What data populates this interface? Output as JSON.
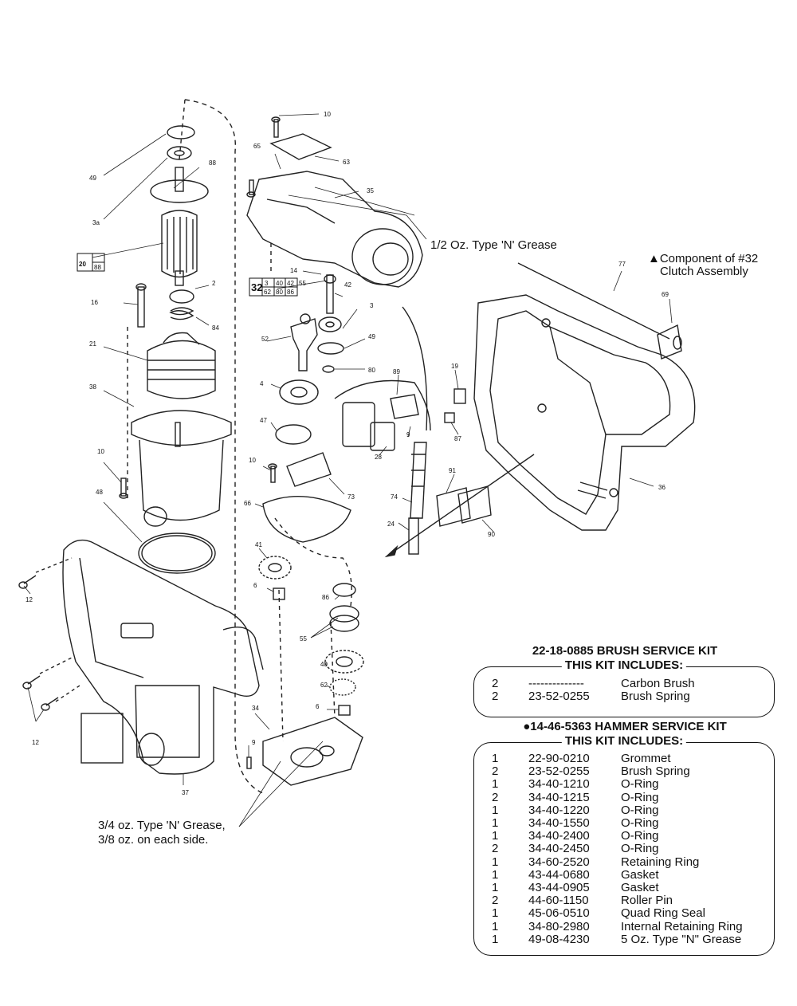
{
  "diagram": {
    "part_labels": [
      "10",
      "49",
      "88",
      "3a",
      "65",
      "63",
      "35",
      "16",
      "2",
      "84",
      "21",
      "38",
      "10",
      "48",
      "12",
      "12",
      "37",
      "14",
      "42",
      "3",
      "49",
      "80",
      "52",
      "4",
      "47",
      "10",
      "66",
      "41",
      "6",
      "86",
      "55",
      "40",
      "62",
      "6",
      "34",
      "9",
      "73",
      "89",
      "9",
      "28",
      "74",
      "24",
      "19",
      "87",
      "91",
      "90",
      "77",
      "69",
      "36"
    ],
    "box_20": [
      "20",
      "88"
    ],
    "box_32": [
      "32",
      "3",
      "40",
      "42",
      "55",
      "62",
      "80",
      "86"
    ],
    "grease_top": "1/2 Oz. Type 'N' Grease",
    "component_note": [
      "▲Component of #32",
      "Clutch Assembly"
    ],
    "grease_bottom": [
      "3/4 oz. Type 'N' Grease,",
      "3/8 oz. on each side."
    ]
  },
  "brush_kit": {
    "title": "22-18-0885 BRUSH SERVICE KIT",
    "includes": "THIS KIT INCLUDES:",
    "rows": [
      {
        "qty": "2",
        "part": "--------------",
        "desc": "Carbon Brush"
      },
      {
        "qty": "2",
        "part": "23-52-0255",
        "desc": "Brush Spring"
      }
    ]
  },
  "hammer_kit": {
    "title": "●14-46-5363 HAMMER SERVICE KIT",
    "includes": "THIS KIT INCLUDES:",
    "rows": [
      {
        "qty": "1",
        "part": "22-90-0210",
        "desc": "Grommet"
      },
      {
        "qty": "2",
        "part": "23-52-0255",
        "desc": "Brush Spring"
      },
      {
        "qty": "1",
        "part": "34-40-1210",
        "desc": "O-Ring"
      },
      {
        "qty": "2",
        "part": "34-40-1215",
        "desc": "O-Ring"
      },
      {
        "qty": "1",
        "part": "34-40-1220",
        "desc": "O-Ring"
      },
      {
        "qty": "1",
        "part": "34-40-1550",
        "desc": "O-Ring"
      },
      {
        "qty": "1",
        "part": "34-40-2400",
        "desc": "O-Ring"
      },
      {
        "qty": "2",
        "part": "34-40-2450",
        "desc": "O-Ring"
      },
      {
        "qty": "1",
        "part": "34-60-2520",
        "desc": "Retaining Ring"
      },
      {
        "qty": "1",
        "part": "43-44-0680",
        "desc": "Gasket"
      },
      {
        "qty": "1",
        "part": "43-44-0905",
        "desc": "Gasket"
      },
      {
        "qty": "2",
        "part": "44-60-1150",
        "desc": "Roller Pin"
      },
      {
        "qty": "1",
        "part": "45-06-0510",
        "desc": "Quad Ring Seal"
      },
      {
        "qty": "1",
        "part": "34-80-2980",
        "desc": "Internal Retaining Ring"
      },
      {
        "qty": "1",
        "part": "49-08-4230",
        "desc": "5 Oz. Type \"N\" Grease"
      }
    ]
  }
}
